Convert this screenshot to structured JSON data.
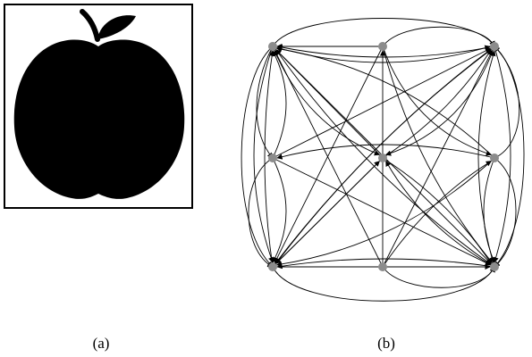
{
  "panels": {
    "a": {
      "caption": "(a)",
      "icon": "apple-silhouette"
    },
    "b": {
      "caption": "(b)",
      "icon": "grid-graph"
    }
  },
  "graph": {
    "node_color": "#8c8c8c",
    "edge_color": "#000000",
    "grid_size": 3,
    "nodes": [
      {
        "id": "n00",
        "row": 0,
        "col": 0
      },
      {
        "id": "n01",
        "row": 0,
        "col": 1
      },
      {
        "id": "n02",
        "row": 0,
        "col": 2
      },
      {
        "id": "n10",
        "row": 1,
        "col": 0
      },
      {
        "id": "n11",
        "row": 1,
        "col": 1
      },
      {
        "id": "n12",
        "row": 1,
        "col": 2
      },
      {
        "id": "n20",
        "row": 2,
        "col": 0
      },
      {
        "id": "n21",
        "row": 2,
        "col": 1
      },
      {
        "id": "n22",
        "row": 2,
        "col": 2
      }
    ],
    "edges": [
      [
        "n01",
        "n00"
      ],
      [
        "n02",
        "n00"
      ],
      [
        "n10",
        "n00"
      ],
      [
        "n11",
        "n00"
      ],
      [
        "n12",
        "n00"
      ],
      [
        "n20",
        "n00"
      ],
      [
        "n21",
        "n00"
      ],
      [
        "n22",
        "n00"
      ],
      [
        "n00",
        "n02"
      ],
      [
        "n10",
        "n02"
      ],
      [
        "n11",
        "n02"
      ],
      [
        "n20",
        "n02"
      ],
      [
        "n21",
        "n02"
      ],
      [
        "n22",
        "n02"
      ],
      [
        "n00",
        "n20"
      ],
      [
        "n01",
        "n20"
      ],
      [
        "n02",
        "n20"
      ],
      [
        "n10",
        "n20"
      ],
      [
        "n11",
        "n20"
      ],
      [
        "n12",
        "n20"
      ],
      [
        "n22",
        "n20"
      ],
      [
        "n00",
        "n22"
      ],
      [
        "n01",
        "n22"
      ],
      [
        "n02",
        "n22"
      ],
      [
        "n10",
        "n22"
      ],
      [
        "n11",
        "n22"
      ],
      [
        "n12",
        "n22"
      ],
      [
        "n20",
        "n22"
      ],
      [
        "n00",
        "n11"
      ],
      [
        "n02",
        "n11"
      ],
      [
        "n20",
        "n11"
      ],
      [
        "n22",
        "n11"
      ],
      [
        "n12",
        "n10"
      ],
      [
        "n21",
        "n01"
      ],
      [
        "n01",
        "n12"
      ],
      [
        "n21",
        "n12"
      ]
    ]
  }
}
